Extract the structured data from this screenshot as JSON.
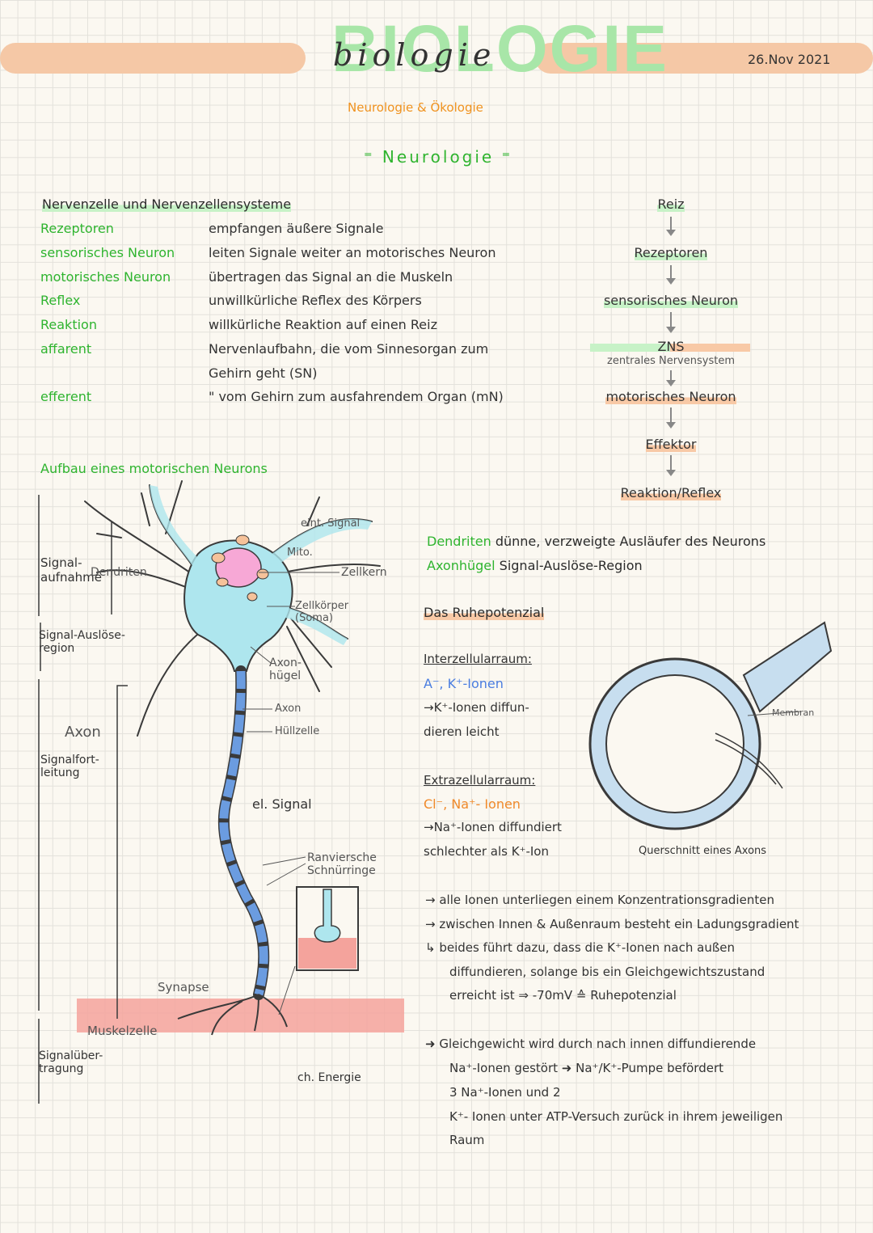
{
  "header": {
    "title_large": "BIOLOGIE",
    "title_script": "biologie",
    "date": "26.Nov 2021",
    "subtitle": "Neurologie & Ökologie",
    "section": "Neurologie"
  },
  "glossary": {
    "heading": "Nervenzelle und Nervenzellensysteme",
    "rows": [
      {
        "term": "Rezeptoren",
        "def": "empfangen äußere Signale"
      },
      {
        "term": "sensorisches Neuron",
        "def": "leiten Signale weiter an motorisches Neuron"
      },
      {
        "term": "motorisches Neuron",
        "def": "übertragen das Signal an die Muskeln"
      },
      {
        "term": "Reflex",
        "def": "unwillkürliche Reflex des Körpers"
      },
      {
        "term": "Reaktion",
        "def": "willkürliche Reaktion auf einen Reiz"
      },
      {
        "term": "affarent",
        "def": "Nervenlaufbahn, die vom Sinnesorgan zum"
      },
      {
        "term": "",
        "def": "Gehirn geht (SN)"
      },
      {
        "term": "efferent",
        "def": "\" vom Gehirn zum ausfahrendem Organ (mN)"
      }
    ]
  },
  "flowchart": {
    "steps": [
      "Reiz",
      "Rezeptoren",
      "sensorisches Neuron",
      "ZNS",
      "motorisches Neuron",
      "Effektor",
      "Reaktion/Reflex"
    ],
    "zns_note": "zentrales Nervensystem"
  },
  "neuron": {
    "heading": "Aufbau eines motorischen Neurons",
    "left_labels": {
      "signal_aufnahme": "Signal-aufnahme",
      "dendriten": "Dendriten",
      "signal_ausloese": "Signal-Auslöse-region",
      "axon": "Axon",
      "signalfortleitung": "Signalfort-leitung",
      "signaluebertragung": "Signalüber-tragung",
      "muskelzelle": "Muskelzelle",
      "synapse": "Synapse"
    },
    "labels": {
      "eint_signal": "eint. Signal",
      "mito": "Mito.",
      "zellkern": "Zellkern",
      "zellkoerper": "Zellkörper (Soma)",
      "axonhuegel": "Axon-hügel",
      "axon": "Axon",
      "huellzelle": "Hüllzelle",
      "el_signal": "el. Signal",
      "ranvier": "Ranviersche Schnürringe",
      "ch_energie": "ch. Energie"
    }
  },
  "definitions": [
    {
      "term": "Dendriten",
      "def": "dünne, verzweigte Ausläufer des Neurons"
    },
    {
      "term": "Axonhügel",
      "def": "Signal-Auslöse-Region"
    }
  ],
  "ruhepotenzial": {
    "heading": "Das Ruhepotenzial",
    "intra_heading": "Interzellularraum:",
    "intra_ions": "A⁻, K⁺-Ionen",
    "intra_text1": "→K⁺-Ionen diffun-",
    "intra_text2": "dieren leicht",
    "extra_heading": "Extrazellularraum:",
    "extra_ions": "Cl⁻, Na⁺- Ionen",
    "extra_text1": "→Na⁺-Ionen diffundiert",
    "extra_text2": "schlechter als K⁺-Ion",
    "diagram_caption": "Querschnitt eines Axons",
    "membran_label": "Membran"
  },
  "notes": [
    "→ alle Ionen unterliegen einem Konzentrationsgradienten",
    "→ zwischen Innen & Außenraum besteht ein Ladungsgradient",
    "↳ beides führt dazu, dass die K⁺-Ionen nach außen",
    "diffundieren, solange bis ein Gleichgewichtszustand",
    "erreicht ist ⇒ -70mV ≙ Ruhepotenzial"
  ],
  "notes2": [
    "➜ Gleichgewicht wird durch nach innen diffundierende",
    "Na⁺-Ionen gestört ➜ Na⁺/K⁺-Pumpe befördert",
    "3 Na⁺-Ionen und 2",
    "K⁺- Ionen unter ATP-Versuch zurück in ihrem jeweiligen",
    "Raum"
  ]
}
